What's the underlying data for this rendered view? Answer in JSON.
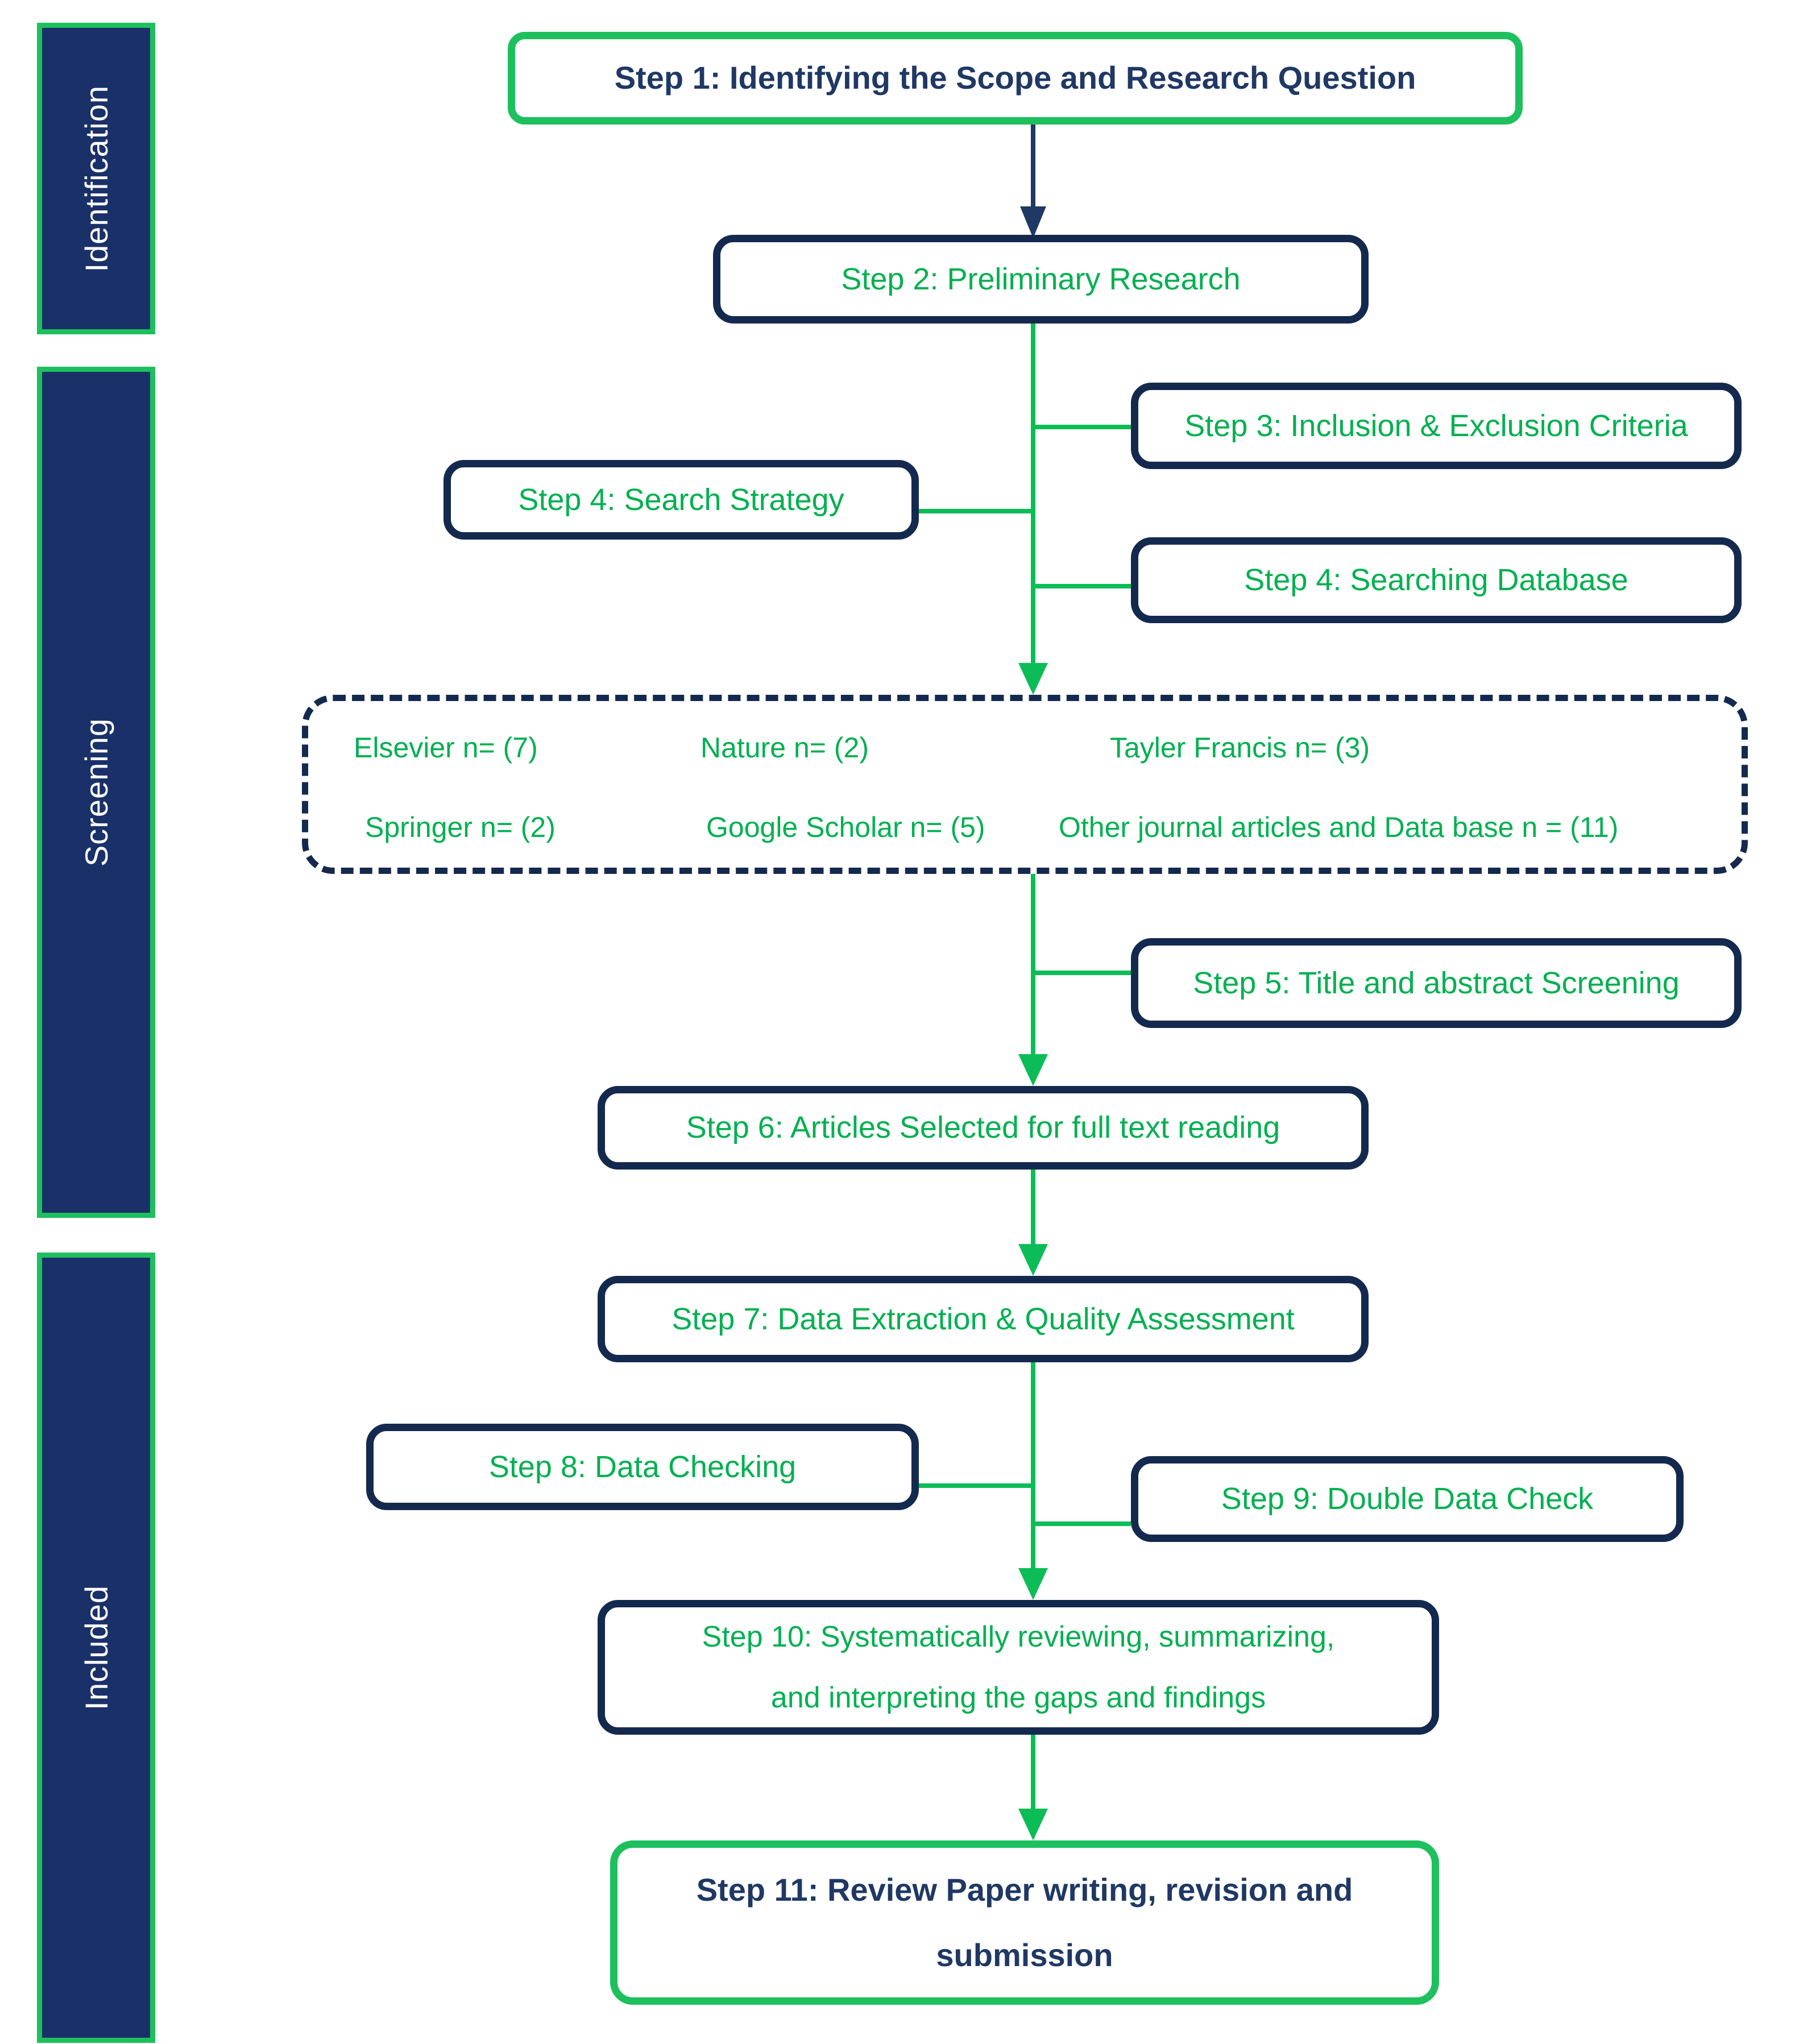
{
  "palette": {
    "green_text": "#00b050",
    "green_line": "#0cbd57",
    "green_border": "#1dc05d",
    "navy_border": "#14294e",
    "navy_text": "#1f3864",
    "sidebar_fill": "#1a3069",
    "sidebar_text": "#ffffff"
  },
  "sidebar": {
    "sections": [
      {
        "label": "Identification"
      },
      {
        "label": "Screening"
      },
      {
        "label": "Included"
      }
    ]
  },
  "flow": {
    "step1": {
      "label": "Step 1: Identifying the Scope and Research Question"
    },
    "step2": {
      "label": "Step 2: Preliminary Research"
    },
    "step3": {
      "label": "Step 3: Inclusion & Exclusion Criteria"
    },
    "step4a": {
      "label": "Step 4: Search Strategy"
    },
    "step4b": {
      "label": "Step 4: Searching Database"
    },
    "databases": {
      "row1": [
        "Elsevier n= (7)",
        "Nature n= (2)",
        "Tayler Francis n= (3)"
      ],
      "row2": [
        "Springer n= (2)",
        "Google Scholar n= (5)",
        "Other journal articles and Data base n = (11)"
      ]
    },
    "step5": {
      "label": "Step 5: Title and abstract Screening"
    },
    "step6": {
      "label": "Step 6: Articles Selected for full text reading"
    },
    "step7": {
      "label": "Step 7: Data Extraction & Quality Assessment"
    },
    "step8": {
      "label": "Step 8: Data Checking"
    },
    "step9": {
      "label": "Step 9: Double Data Check"
    },
    "step10": {
      "line1": "Step 10: Systematically reviewing, summarizing,",
      "line2": "and interpreting the gaps and findings"
    },
    "step11": {
      "line1": "Step 11: Review Paper writing, revision and",
      "line2": "submission"
    }
  }
}
